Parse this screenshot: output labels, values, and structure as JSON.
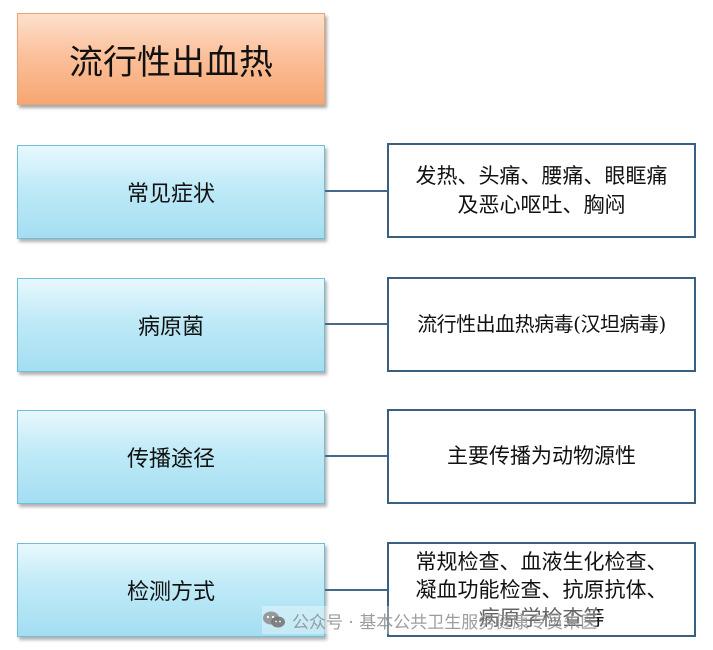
{
  "title": "流行性出血热",
  "rows": [
    {
      "label": "常见症状",
      "description": "发热、头痛、腰痛、眼眶痛\n及恶心呕吐、胸闷"
    },
    {
      "label": "病原菌",
      "description": "流行性出血热病毒(汉坦病毒)"
    },
    {
      "label": "传播途径",
      "description": "主要传播为动物源性"
    },
    {
      "label": "检测方式",
      "description": "常规检查、血液生化检查、\n凝血功能检查、抗原抗体、\n病原学检查等"
    }
  ],
  "watermark": "公众号 · 基本公共卫生服务健康专员朱医",
  "colors": {
    "title_fill": "#fbc19c",
    "category_fill": "#bfeaf7",
    "connector": "#44698a",
    "desc_border": "#3a5f80"
  }
}
